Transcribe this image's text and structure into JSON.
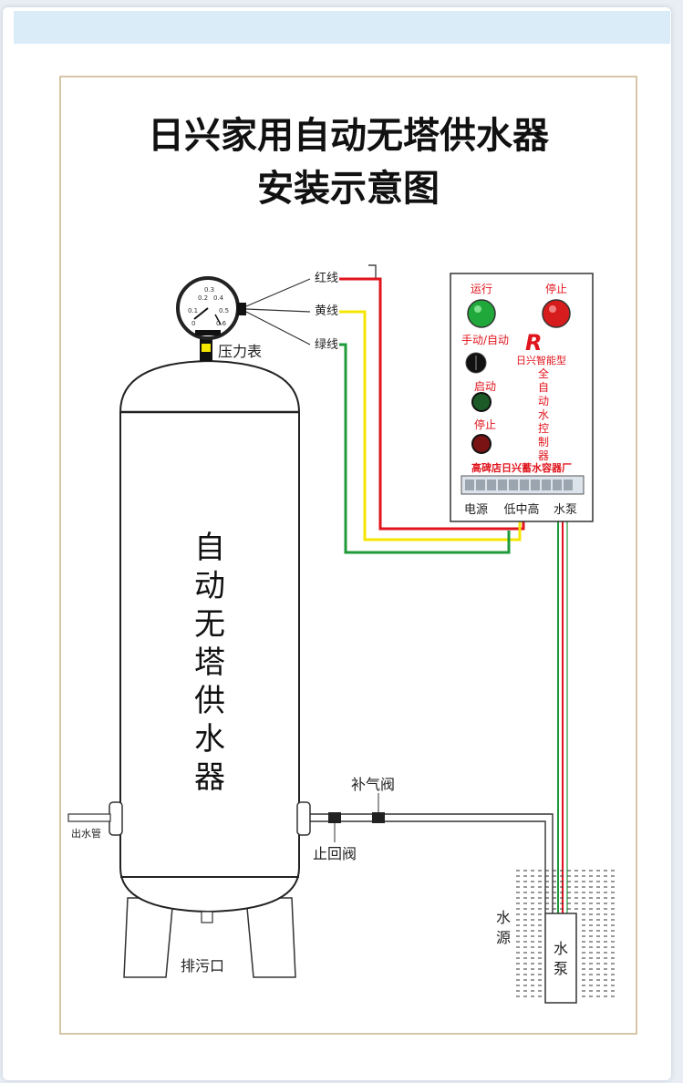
{
  "title_line1": "日兴家用自动无塔供水器",
  "title_line2": "安装示意图",
  "gauge": {
    "label": "压力表",
    "scale": [
      "0.2",
      "0.3",
      "0.4",
      "0.1",
      "0.5",
      "0",
      "0.6"
    ]
  },
  "wires": {
    "red": "红线",
    "yellow": "黄线",
    "green": "绿线"
  },
  "controller": {
    "run": "运行",
    "stop_top": "停止",
    "mode": "手动/自动",
    "brand_mark": "R",
    "brand": "日兴智能型",
    "start": "启动",
    "stop_mid": "停止",
    "vertical_chars": [
      "全",
      "自",
      "动",
      "水",
      "控",
      "制",
      "器"
    ],
    "factory": "高碑店日兴蓄水容器厂",
    "terminals": {
      "power": "电源",
      "low_mid_high": "低中高",
      "pump": "水泵"
    }
  },
  "tank_chars": [
    "自",
    "动",
    "无",
    "塔",
    "供",
    "水",
    "器"
  ],
  "labels": {
    "outlet": "出水管",
    "check_valve": "止回阀",
    "air_valve": "补气阀",
    "drain": "排污口",
    "water_source_chars": [
      "水",
      "源"
    ],
    "pump_chars": [
      "水",
      "泵"
    ]
  },
  "colors": {
    "red": "#e0141c",
    "yellow": "#f5e600",
    "green": "#1f9a3a",
    "frame": "#c9b48a"
  }
}
